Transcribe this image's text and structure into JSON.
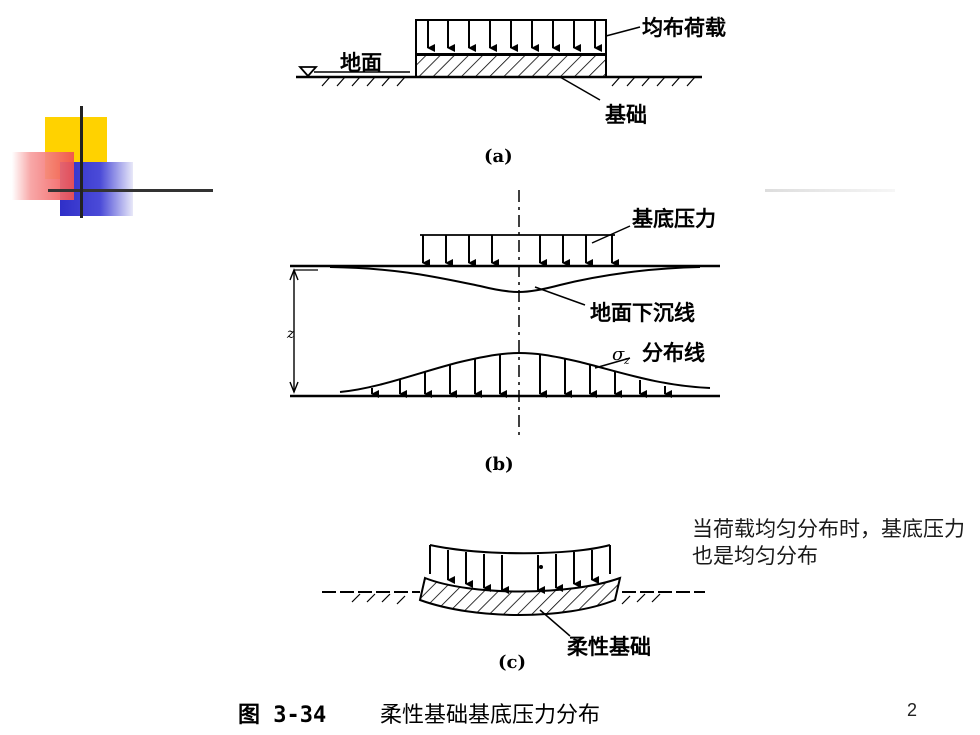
{
  "figure": {
    "panel_a": {
      "load_label": "均布荷载",
      "ground_label": "地面",
      "foundation_label": "基础",
      "caption": "(a)"
    },
    "panel_b": {
      "pressure_label": "基底压力",
      "settlement_label": "地面下沉线",
      "stress_label": "分布线",
      "sigma_symbol": "σ",
      "sigma_subscript": "z",
      "depth_label": "z",
      "caption": "(b)"
    },
    "panel_c": {
      "foundation_label": "柔性基础",
      "caption": "(c)"
    },
    "title_number": "图 3-34",
    "title_text": "柔性基础基底压力分布"
  },
  "side_note": "当荷载均匀分布时，基底压力也是均匀分布",
  "page_number": "2",
  "colors": {
    "accent_yellow": "#FFD200",
    "accent_red": "#F05050",
    "accent_blue": "#2F2FC8",
    "line": "#000000"
  }
}
